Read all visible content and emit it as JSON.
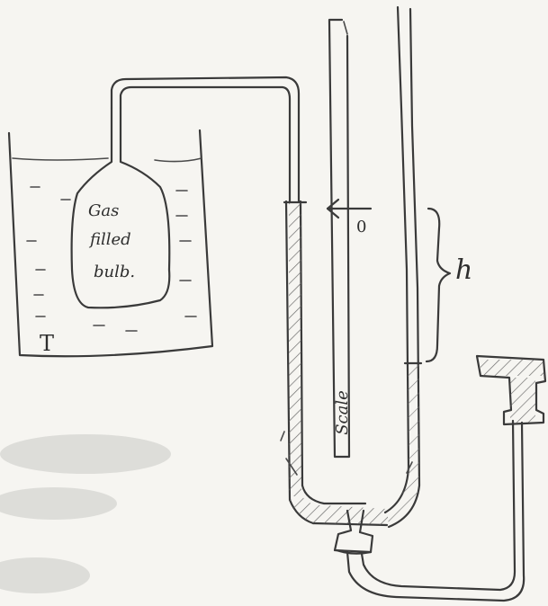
{
  "diagram": {
    "bulb_label_lines": [
      "Gas",
      "filled",
      "bulb."
    ],
    "bath_label": "T",
    "zero_mark": "0",
    "height_label": "h",
    "scale_label": "Scale"
  }
}
